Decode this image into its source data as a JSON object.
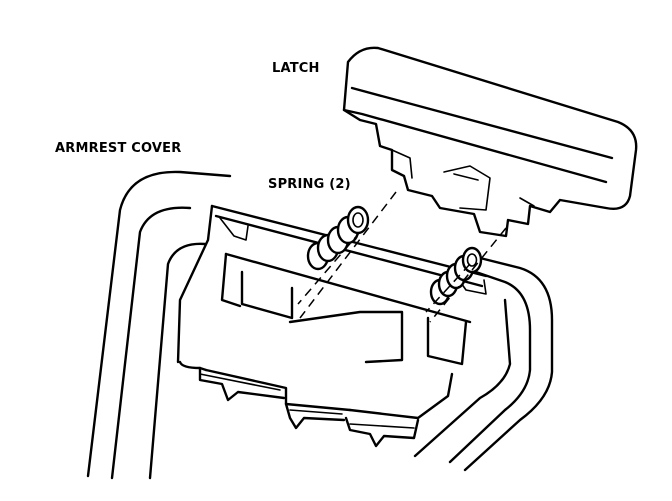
{
  "labels": {
    "latch": "LATCH",
    "armrest_cover": "ARMREST COVER",
    "spring": "SPRING (2)"
  },
  "colors": {
    "ink": "#000000",
    "paper": "#ffffff"
  }
}
